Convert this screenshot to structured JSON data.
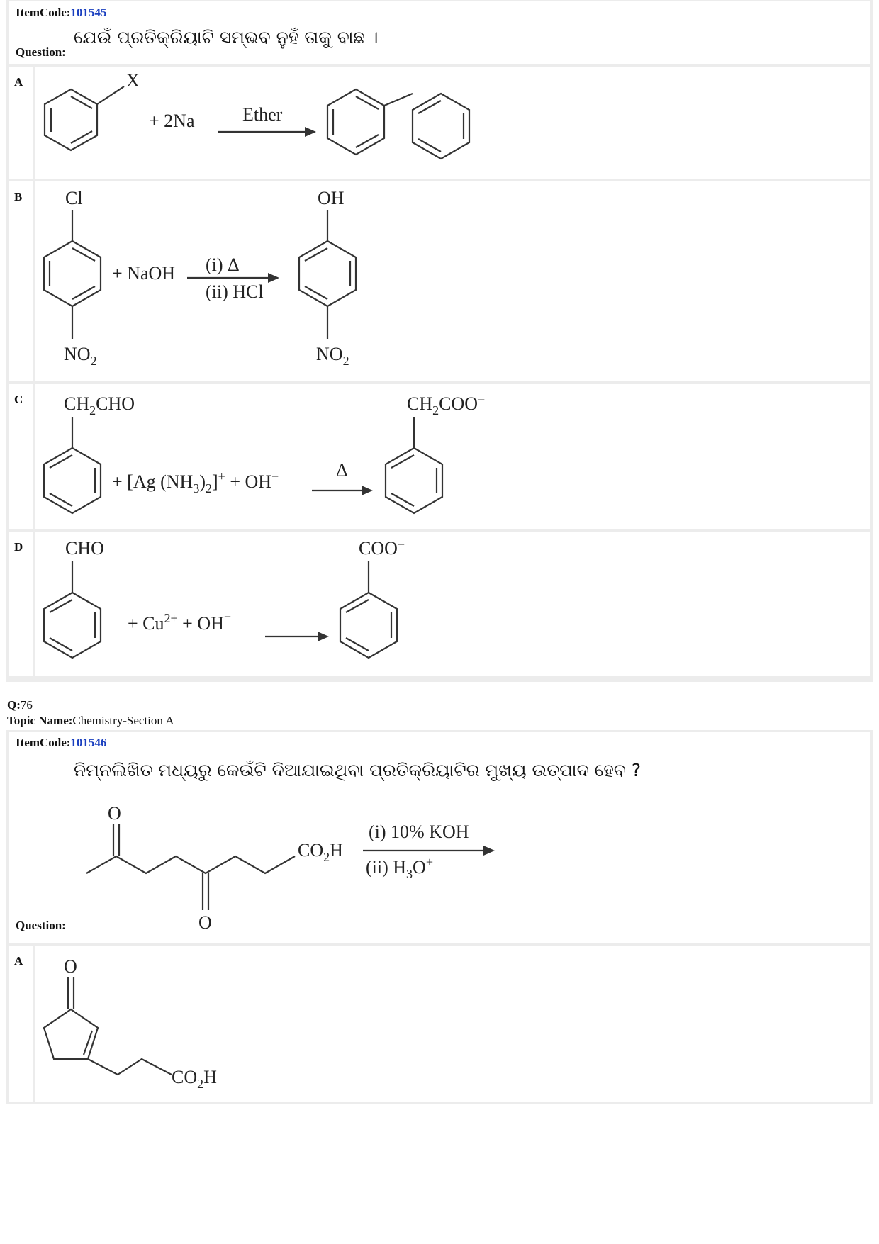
{
  "q75": {
    "item_code_label": "ItemCode:",
    "item_code": "101545",
    "question_label": "Question:",
    "question_text": "ଯେଉଁ ପ୍ରତିକ୍ରିୟାଟି ସମ୍ଭବ ନୁହଁ ତାକୁ ବାଛ ।",
    "options": {
      "A": {
        "label": "A",
        "x": "X",
        "reagent": "+ 2Na",
        "condition": "Ether"
      },
      "B": {
        "label": "B",
        "sub_top": "Cl",
        "sub_bottom": "NO",
        "sub_bottom_sub": "2",
        "reagent": "+ NaOH",
        "cond1": "(i) Δ",
        "cond2": "(ii) HCl",
        "prod_top": "OH",
        "prod_bottom": "NO",
        "prod_bottom_sub": "2"
      },
      "C": {
        "label": "C",
        "sub_a": "CH",
        "sub_b": "2",
        "sub_c": "CHO",
        "reagent_a": "+  [Ag (NH",
        "reagent_b": "3",
        "reagent_c": ")",
        "reagent_d": "2",
        "reagent_e": "]",
        "reagent_f": "+",
        "reagent_g": " + OH",
        "reagent_h": "−",
        "condition": "Δ",
        "prod_a": "CH",
        "prod_b": "2",
        "prod_c": "COO",
        "prod_d": "−"
      },
      "D": {
        "label": "D",
        "sub": "CHO",
        "reagent_a": "+  Cu",
        "reagent_b": "2+",
        "reagent_c": " + OH",
        "reagent_d": "−",
        "prod_a": "COO",
        "prod_b": "−"
      }
    }
  },
  "q76": {
    "q_label": "Q:",
    "q_number": "76",
    "topic_label": "Topic Name:",
    "topic": "Chemistry-Section A",
    "item_code_label": "ItemCode:",
    "item_code": "101546",
    "question_label": "Question:",
    "question_text": "ନିମ୍ନଲିଖିତ ମଧ୍ୟରୁ କେଉଁଟି ଦିଆଯାଇଥିବା ପ୍ରତିକ୍ରିୟାଟିର ମୁଖ୍ୟ ଉତ୍ପାଦ ହେବ ?",
    "reactant": {
      "o1": "O",
      "o2": "O",
      "acid_a": "CO",
      "acid_b": "2",
      "acid_c": "H",
      "cond1": "(i) 10% KOH",
      "cond2a": "(ii) H",
      "cond2b": "3",
      "cond2c": "O",
      "cond2d": "+"
    },
    "options": {
      "A": {
        "label": "A",
        "o": "O",
        "acid_a": "CO",
        "acid_b": "2",
        "acid_c": "H"
      }
    }
  }
}
